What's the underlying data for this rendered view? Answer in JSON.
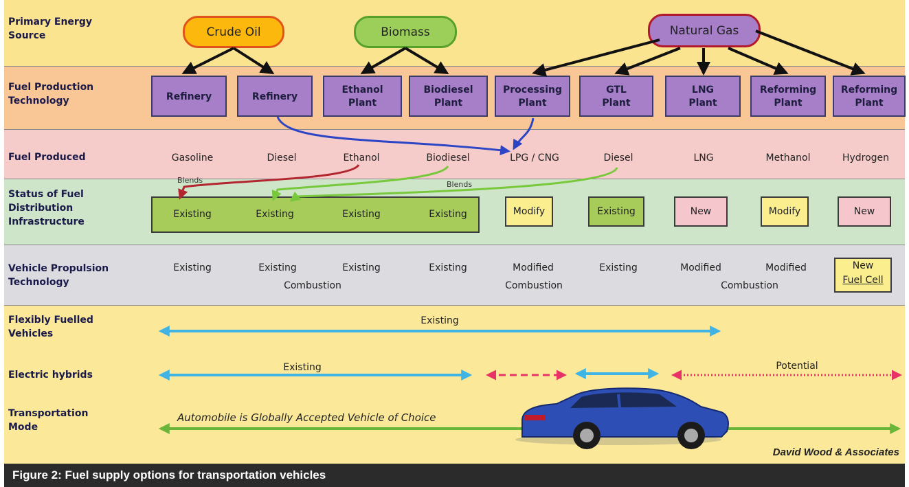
{
  "colors": {
    "band_primary": "#fbe48f",
    "band_production": "#f9c696",
    "band_fuel": "#f6cccb",
    "band_status": "#cfe5c9",
    "band_vehicle": "#dcdce0",
    "band_lower": "#fbe999",
    "crude_fill": "#fdb80e",
    "crude_border": "#e2531c",
    "biomass_fill": "#9ccf5a",
    "biomass_border": "#57a12b",
    "gas_fill": "#a77fc9",
    "gas_border": "#b2182b",
    "plant_fill": "#a77fc9",
    "existing_fill": "#a7cc5a",
    "modify_fill": "#fbee8f",
    "new_fill": "#f6c6cd",
    "arrow_black": "#111111",
    "arrow_blue": "#2b45c5",
    "arrow_red": "#b2262f",
    "arrow_green": "#78c83c",
    "arrow_cyan": "#3fb4e5",
    "arrow_pink": "#e83366",
    "arrow_grass": "#6ab53a"
  },
  "row_labels": {
    "primary": "Primary Energy\nSource",
    "production": "Fuel Production\nTechnology",
    "produced": "Fuel Produced",
    "status": "Status of Fuel\nDistribution\nInfrastructure",
    "propulsion": "Vehicle Propulsion\nTechnology",
    "flex": "Flexibly Fuelled\nVehicles",
    "hybrids": "Electric hybrids",
    "mode": "Transportation\nMode"
  },
  "sources": {
    "crude": "Crude Oil",
    "biomass": "Biomass",
    "gas": "Natural Gas"
  },
  "plants": [
    "Refinery",
    "Refinery",
    "Ethanol\nPlant",
    "Biodiesel\nPlant",
    "Processing\nPlant",
    "GTL\nPlant",
    "LNG\nPlant",
    "Reforming\nPlant",
    "Reforming\nPlant"
  ],
  "fuels": [
    "Gasoline",
    "Diesel",
    "Ethanol",
    "Biodiesel",
    "LPG / CNG",
    "Diesel",
    "LNG",
    "Methanol",
    "Hydrogen"
  ],
  "blends_labels": [
    "Blends",
    "Blends"
  ],
  "status": [
    "Existing",
    "Existing",
    "Existing",
    "Existing",
    "Modify",
    "Existing",
    "New",
    "Modify",
    "New"
  ],
  "propulsion": {
    "items": [
      "Existing",
      "Existing",
      "Existing",
      "Existing",
      "Modified",
      "Existing",
      "Modified",
      "Modified",
      "New"
    ],
    "combustion_1": "Combustion",
    "combustion_2": "Combustion",
    "combustion_3": "Combustion",
    "fuel_cell": "Fuel Cell"
  },
  "flex_label": "Existing",
  "hybrid_existing": "Existing",
  "hybrid_potential": "Potential",
  "mode_text": "Automobile is Globally Accepted Vehicle of Choice",
  "credit": "David Wood & Associates",
  "caption": "Figure 2: Fuel supply options for transportation vehicles"
}
